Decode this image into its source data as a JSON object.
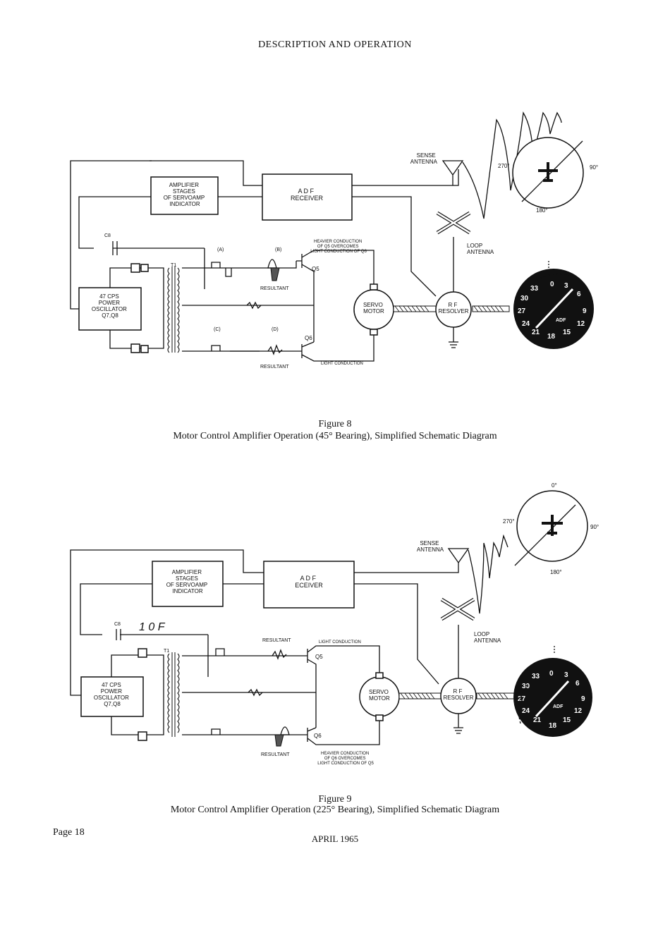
{
  "page": {
    "header": "DESCRIPTION AND OPERATION",
    "footer_page": "Page 18",
    "footer_date": "APRIL 1965"
  },
  "figure8": {
    "number": "Figure 8",
    "caption": "Motor Control Amplifier Operation (45° Bearing), Simplified Schematic Diagram",
    "labels": {
      "amplifier": [
        "AMPLIFIER",
        "STAGES",
        "OF SERVOAMP",
        "INDICATOR"
      ],
      "receiver": [
        "A D F",
        "RECEIVER"
      ],
      "oscillator": [
        "47 CPS",
        "POWER",
        "OSCILLATOR",
        "Q7,Q8"
      ],
      "servo": [
        "SERVO",
        "MOTOR"
      ],
      "resolver": [
        "R F",
        "RESOLVER"
      ],
      "sense_antenna": [
        "SENSE",
        "ANTENNA"
      ],
      "loop_antenna": [
        "LOOP",
        "ANTENNA"
      ],
      "c8": "C8",
      "t1": "T1",
      "a": "(A)",
      "b": "(B)",
      "c": "(C)",
      "d": "(D)",
      "q5": "Q5",
      "q6": "Q6",
      "resultant_top": "RESULTANT",
      "resultant_bottom": "RESULTANT",
      "heavier_note": [
        "HEAVIER CONDUCTION",
        "OF Q5 OVERCOMES",
        "LIGHT CONDUCTION OF Q6"
      ],
      "light_conduction": "LIGHT CONDUCTION",
      "compass": {
        "w": "270°",
        "e": "90°",
        "s": "180°"
      },
      "dial": {
        "top": "0",
        "n3": "3",
        "n6": "6",
        "n9": "9",
        "n12": "12",
        "n15": "15",
        "n18": "18",
        "n21": "21",
        "n24": "24",
        "n27": "27",
        "n30": "30",
        "n33": "33",
        "adf": "ADF"
      }
    }
  },
  "figure9": {
    "number": "Figure 9",
    "caption": "Motor Control Amplifier Operation (225° Bearing), Simplified Schematic Diagram",
    "labels": {
      "amplifier": [
        "AMPLIFIER",
        "STAGES",
        "OF SERVOAMP",
        "INDICATOR"
      ],
      "receiver": [
        "A D F",
        "ECEIVER"
      ],
      "oscillator": [
        "47 CPS",
        "POWER",
        "OSCILLATOR",
        "Q7,Q8"
      ],
      "servo": [
        "SERVO",
        "MOTOR"
      ],
      "resolver": [
        "R F",
        "RESOLVER"
      ],
      "sense_antenna": [
        "SENSE",
        "ANTENNA"
      ],
      "loop_antenna": [
        "LOOP",
        "ANTENNA"
      ],
      "c8": "C8",
      "t1": "T1",
      "handwritten": "1 0 F",
      "q5": "Q5",
      "q6": "Q6",
      "resultant_top": "RESULTANT",
      "resultant_bottom": "RESULTANT",
      "light_conduction": "LIGHT CONDUCTION",
      "heavier_note": [
        "HEAVIER CONDUCTION",
        "OF Q6 OVERCOMES",
        "LIGHT CONDUCTION OF Q5"
      ],
      "compass": {
        "n": "0°",
        "w": "270°",
        "e": "90°",
        "s": "180°"
      },
      "dial": {
        "top": "0",
        "n3": "3",
        "n6": "6",
        "n9": "9",
        "n12": "12",
        "n15": "15",
        "n18": "18",
        "n21": "21",
        "n24": "24",
        "n27": "27",
        "n30": "30",
        "n33": "33",
        "adf": "ADF"
      }
    }
  }
}
